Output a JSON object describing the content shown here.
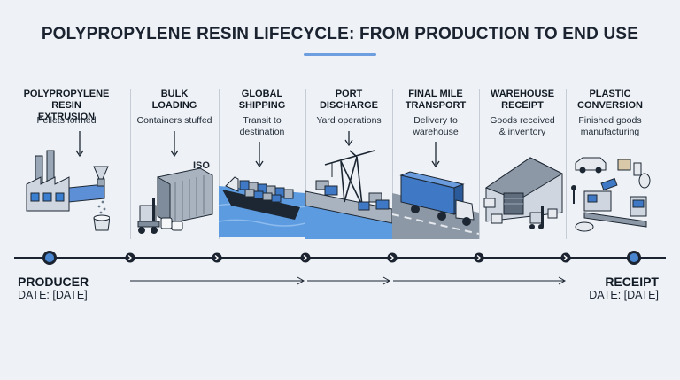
{
  "title": "POLYPROPYLENE RESIN LIFECYCLE: FROM PRODUCTION TO END USE",
  "stages": [
    {
      "title_lines": [
        "POLYPROPYLENE",
        "RESIN EXTRUSION"
      ],
      "desc_lines": [
        "Pellets formed"
      ]
    },
    {
      "title_lines": [
        "BULK",
        "LOADING"
      ],
      "desc_lines": [
        "Containers stuffed"
      ],
      "tag": "ISO"
    },
    {
      "title_lines": [
        "GLOBAL",
        "SHIPPING"
      ],
      "desc_lines": [
        "Transit to",
        "destination"
      ]
    },
    {
      "title_lines": [
        "PORT",
        "DISCHARGE"
      ],
      "desc_lines": [
        "Yard operations"
      ]
    },
    {
      "title_lines": [
        "FINAL MILE",
        "TRANSPORT"
      ],
      "desc_lines": [
        "Delivery to",
        "warehouse"
      ]
    },
    {
      "title_lines": [
        "WAREHOUSE",
        "RECEIPT"
      ],
      "desc_lines": [
        "Goods received",
        "& inventory"
      ]
    },
    {
      "title_lines": [
        "PLASTIC",
        "CONVERSION"
      ],
      "desc_lines": [
        "Finished goods",
        "manufacturing"
      ]
    }
  ],
  "start": {
    "label": "PRODUCER",
    "date": "DATE: [DATE]"
  },
  "end": {
    "label": "RECEIPT",
    "date": "DATE: [DATE]"
  },
  "colors": {
    "accent": "#2f6fc0",
    "line": "#1b2330",
    "ink": "#1d2733"
  }
}
